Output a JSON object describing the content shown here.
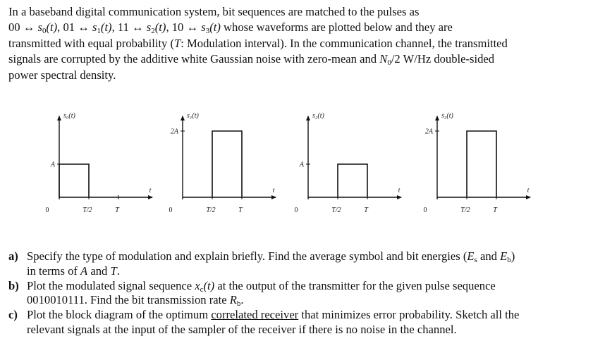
{
  "intro": {
    "l1": "In a baseband digital communication system, bit sequences are matched to the pulses as",
    "map": [
      {
        "bits": "00",
        "sym": "s",
        "idx": "0"
      },
      {
        "bits": "01",
        "sym": "s",
        "idx": "1"
      },
      {
        "bits": "11",
        "sym": "s",
        "idx": "2"
      },
      {
        "bits": "10",
        "sym": "s",
        "idx": "3"
      }
    ],
    "arrow": "↔",
    "targ": "(t)",
    "l2_tail": "whose waveforms are plotted below and they are",
    "l3a": "transmitted with equal probability (",
    "l3T": "T",
    "l3b": ": Modulation interval). In the communication channel, the transmitted",
    "l4a": "signals are corrupted by the additive white Gaussian noise with zero-mean and ",
    "l4N": "N",
    "l4Nsub": "0",
    "l4b": "/2 W/Hz double-sided",
    "l5": "power spectral density."
  },
  "plots": [
    {
      "label": "s₀(t)",
      "amp_label": "A",
      "level": 1,
      "pulse": "first-half"
    },
    {
      "label": "s₁(t)",
      "amp_label": "2A",
      "level": 2,
      "pulse": "second-half"
    },
    {
      "label": "s₂(t)",
      "amp_label": "A",
      "level": 1,
      "pulse": "second-half"
    },
    {
      "label": "s₃(t)",
      "amp_label": "2A",
      "level": 2,
      "pulse": "second-half"
    }
  ],
  "axis": {
    "t": "t",
    "zero": "0",
    "half": "T/2",
    "full": "T"
  },
  "questions": {
    "a_lab": "a)",
    "a1": "Specify the type of modulation and explain briefly. Find the average symbol and bit energies (",
    "a_Es": "E",
    "a_Es_sub": "s",
    "a_and": " and ",
    "a_Eb": "E",
    "a_Eb_sub": "b",
    "a2": ")",
    "a3": "in terms of ",
    "a_A": "A",
    "a_and2": " and ",
    "a_T": "T",
    "a_end": ".",
    "b_lab": "b)",
    "b1": "Plot the modulated signal sequence ",
    "b_x": "x",
    "b_xsub": "c",
    "b_t": "(t)",
    "b2": " at the output of the transmitter for the given pulse sequence",
    "b3": "0010010111. Find the bit transmission rate ",
    "b_R": "R",
    "b_Rsub": "b",
    "b_end": ".",
    "c_lab": "c)",
    "c1": "Plot the block diagram of the optimum ",
    "c_ul": "correlated receiver",
    "c2": " that minimizes error probability. Sketch all the",
    "c3": "relevant signals at the input of the sampler of the receiver if there is no noise in the channel."
  }
}
